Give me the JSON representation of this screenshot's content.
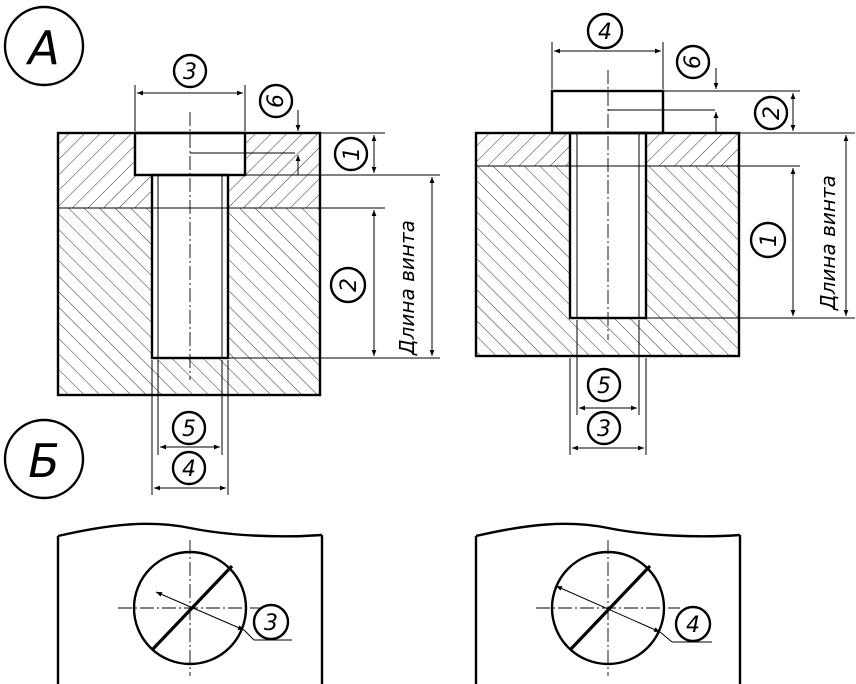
{
  "labels": {
    "a": "А",
    "b": "Б",
    "screw_length": "Длина винта"
  },
  "callouts": {
    "n1": "1",
    "n2": "2",
    "n3": "3",
    "n4": "4",
    "n5": "5",
    "n6": "6"
  },
  "colors": {
    "line": "#000000",
    "background": "#ffffff"
  }
}
